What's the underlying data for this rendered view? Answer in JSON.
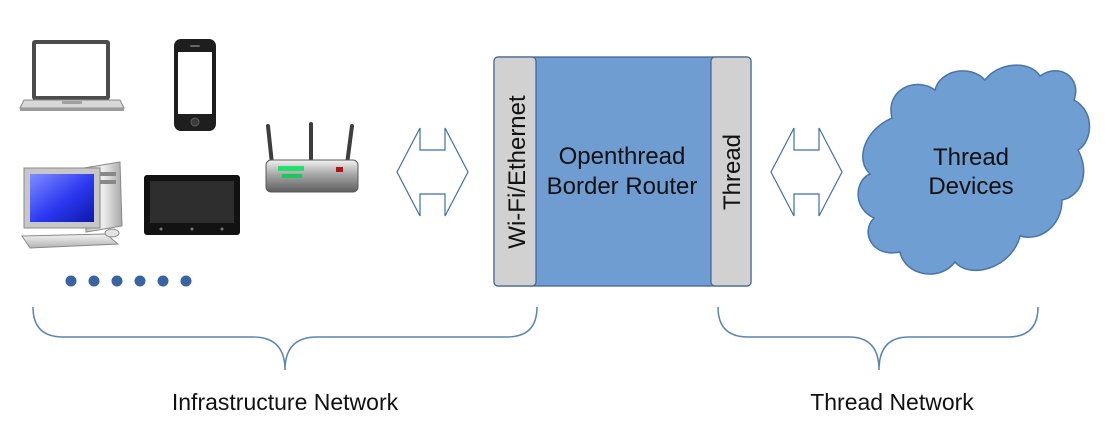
{
  "router": {
    "left_label": "Wi-Fi/Ethernet",
    "title_line1": "Openthread",
    "title_line2": "Border Router",
    "right_label": "Thread"
  },
  "cloud": {
    "line1": "Thread",
    "line2": "Devices"
  },
  "groups": {
    "infrastructure": "Infrastructure Network",
    "thread": "Thread Network"
  },
  "icons": [
    "laptop-icon",
    "smartphone-icon",
    "wifi-router-icon",
    "desktop-computer-icon",
    "tablet-icon",
    "ellipsis-dots-icon",
    "double-arrow-icon",
    "cloud-icon"
  ],
  "colors": {
    "router_fill": "#6f9dd2",
    "router_stroke": "#3d6494",
    "interface_fill": "#d1d1d1",
    "cloud_fill": "#6f9ed3",
    "cloud_stroke": "#4a74a8",
    "arrow_stroke": "#3f6fa7",
    "dot_fill": "#3a649f",
    "brace_stroke": "#5b84b6"
  }
}
